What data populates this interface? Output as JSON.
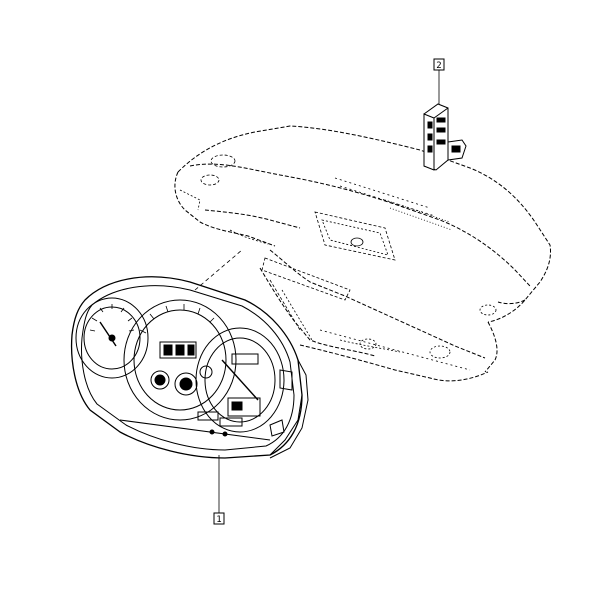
{
  "diagram": {
    "style": "exploded parts illustration, black line art on white",
    "parts": [
      {
        "ref": "2",
        "item": "switch-module"
      },
      {
        "ref": "1",
        "item": "instrument-cluster"
      }
    ],
    "context": "dashboard-panel"
  },
  "colors": {
    "background": "#ffffff",
    "line": "#000000"
  }
}
